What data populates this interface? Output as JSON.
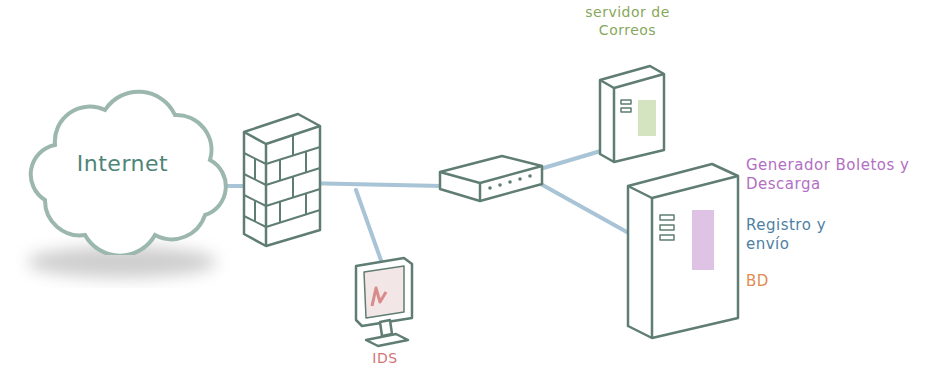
{
  "diagram": {
    "nodes": [
      {
        "text": [
          "Internet"
        ]
      },
      {
        "text": [
          "servidor de Correos"
        ]
      },
      {
        "text": [
          "Generador Boletos y Descarga",
          "Registro y envío",
          "BD"
        ]
      },
      {
        "text": [
          "IDS"
        ]
      }
    ]
  }
}
